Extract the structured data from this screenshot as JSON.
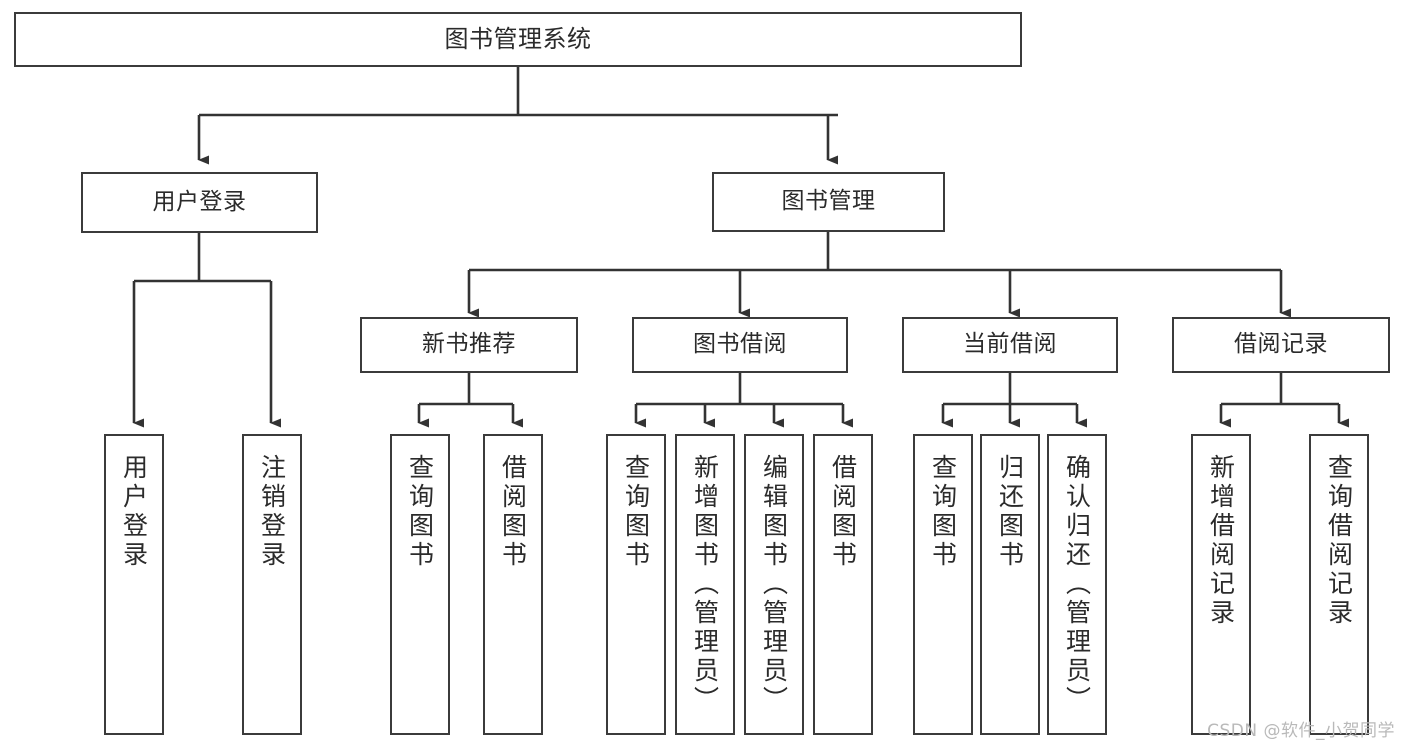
{
  "diagram": {
    "title": "图书管理系统",
    "colors": {
      "box_border": "#3b3b3b",
      "box_fill": "#ffffff",
      "edge": "#333333",
      "text": "#2b2b2b",
      "watermark": "#b9b9b9",
      "background": "#ffffff"
    },
    "watermark": "CSDN @软件_小贺同学",
    "levels": {
      "level1": [
        {
          "id": "root",
          "label": "图书管理系统"
        }
      ],
      "level2": [
        {
          "id": "user-login",
          "label": "用户登录"
        },
        {
          "id": "book-manage",
          "label": "图书管理"
        }
      ],
      "level3": [
        {
          "id": "new-book-rec",
          "label": "新书推荐",
          "parent": "book-manage"
        },
        {
          "id": "book-borrow",
          "label": "图书借阅",
          "parent": "book-manage"
        },
        {
          "id": "current-borrow",
          "label": "当前借阅",
          "parent": "book-manage"
        },
        {
          "id": "borrow-record",
          "label": "借阅记录",
          "parent": "book-manage"
        }
      ],
      "leaves": [
        {
          "id": "leaf-user-login",
          "label": "用户登录",
          "parent": "user-login"
        },
        {
          "id": "leaf-user-logout",
          "label": "注销登录",
          "parent": "user-login"
        },
        {
          "id": "leaf-query-book-1",
          "label": "查询图书",
          "parent": "new-book-rec"
        },
        {
          "id": "leaf-borrow-book-1",
          "label": "借阅图书",
          "parent": "new-book-rec"
        },
        {
          "id": "leaf-query-book-2",
          "label": "查询图书",
          "parent": "book-borrow"
        },
        {
          "id": "leaf-add-book",
          "label": "新增图书（管理员）",
          "parent": "book-borrow"
        },
        {
          "id": "leaf-edit-book",
          "label": "编辑图书（管理员）",
          "parent": "book-borrow"
        },
        {
          "id": "leaf-borrow-book-2",
          "label": "借阅图书",
          "parent": "book-borrow"
        },
        {
          "id": "leaf-query-book-3",
          "label": "查询图书",
          "parent": "current-borrow"
        },
        {
          "id": "leaf-return-book",
          "label": "归还图书",
          "parent": "current-borrow"
        },
        {
          "id": "leaf-confirm-return",
          "label": "确认归还（管理员）",
          "parent": "current-borrow"
        },
        {
          "id": "leaf-add-record",
          "label": "新增借阅记录",
          "parent": "borrow-record"
        },
        {
          "id": "leaf-query-record",
          "label": "查询借阅记录",
          "parent": "borrow-record"
        }
      ]
    }
  }
}
